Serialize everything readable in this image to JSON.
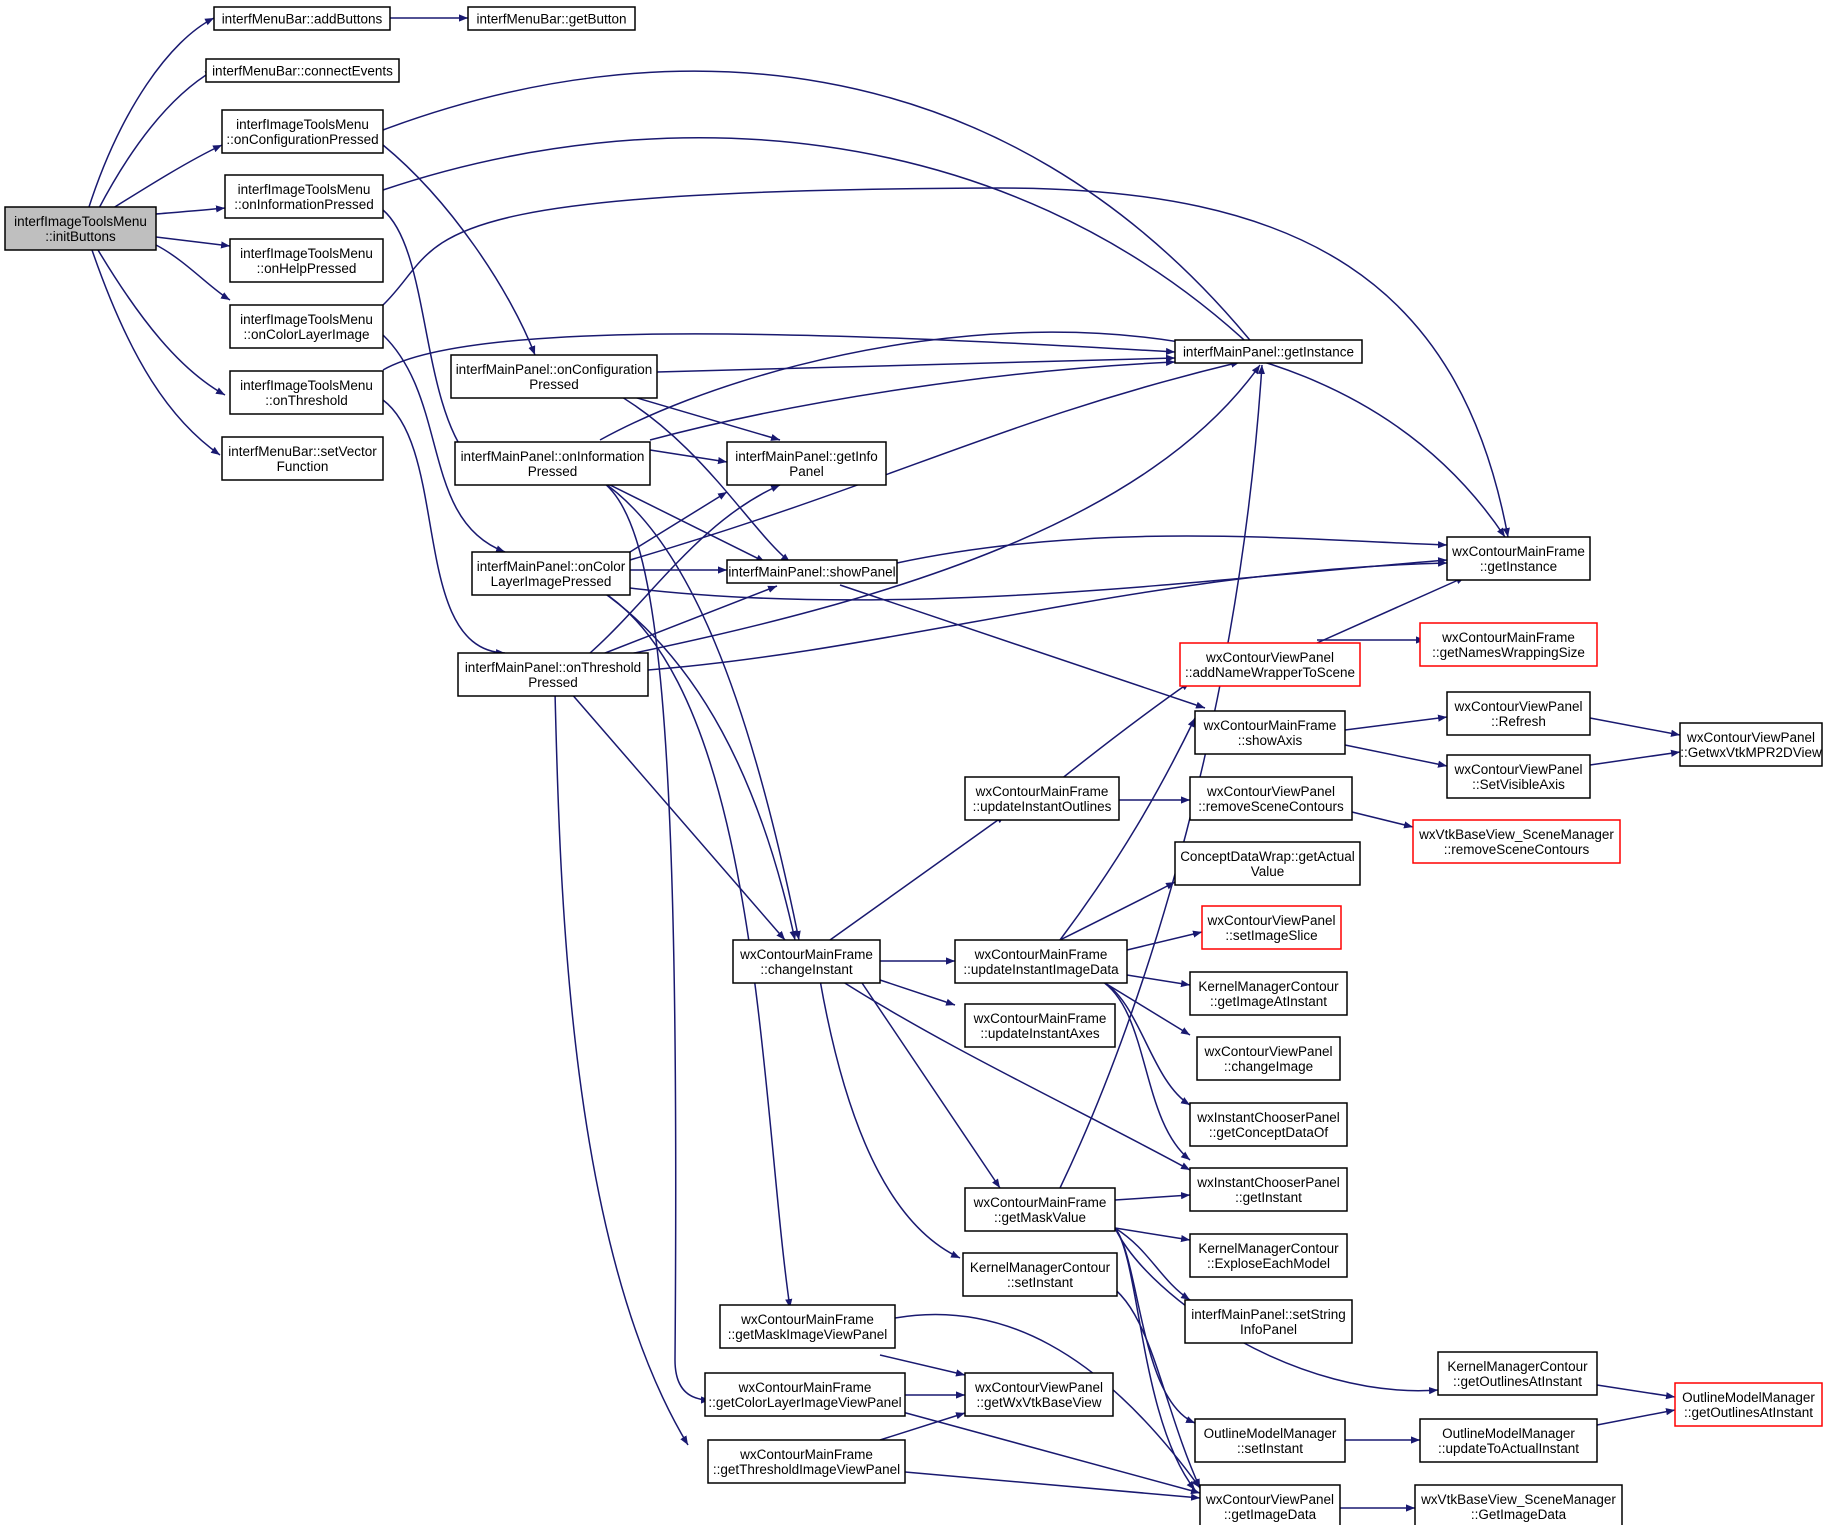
{
  "nodes": [
    {
      "id": "initButtons",
      "lines": [
        "interfImageToolsMenu",
        "::initButtons"
      ],
      "root": true
    },
    {
      "id": "mb_addButtons",
      "lines": [
        "interfMenuBar::addButtons"
      ]
    },
    {
      "id": "mb_getButton",
      "lines": [
        "interfMenuBar::getButton"
      ]
    },
    {
      "id": "mb_connectEvents",
      "lines": [
        "interfMenuBar::connectEvents"
      ]
    },
    {
      "id": "itm_onConfigurationPressed",
      "lines": [
        "interfImageToolsMenu",
        "::onConfigurationPressed"
      ]
    },
    {
      "id": "itm_onInformationPressed",
      "lines": [
        "interfImageToolsMenu",
        "::onInformationPressed"
      ]
    },
    {
      "id": "itm_onHelpPressed",
      "lines": [
        "interfImageToolsMenu",
        "::onHelpPressed"
      ]
    },
    {
      "id": "itm_onColorLayerImage",
      "lines": [
        "interfImageToolsMenu",
        "::onColorLayerImage"
      ]
    },
    {
      "id": "itm_onThreshold",
      "lines": [
        "interfImageToolsMenu",
        "::onThreshold"
      ]
    },
    {
      "id": "mb_setVectorFunction",
      "lines": [
        "interfMenuBar::setVector",
        "Function"
      ]
    },
    {
      "id": "mp_onConfigurationPressed",
      "lines": [
        "interfMainPanel::onConfiguration",
        "Pressed"
      ]
    },
    {
      "id": "mp_onInformationPressed",
      "lines": [
        "interfMainPanel::onInformation",
        "Pressed"
      ]
    },
    {
      "id": "mp_onColorLayerImagePressed",
      "lines": [
        "interfMainPanel::onColor",
        "LayerImagePressed"
      ]
    },
    {
      "id": "mp_onThresholdPressed",
      "lines": [
        "interfMainPanel::onThreshold",
        "Pressed"
      ]
    },
    {
      "id": "mp_getInstance",
      "lines": [
        "interfMainPanel::getInstance"
      ]
    },
    {
      "id": "mp_getInfoPanel",
      "lines": [
        "interfMainPanel::getInfo",
        "Panel"
      ]
    },
    {
      "id": "mp_showPanel",
      "lines": [
        "interfMainPanel::showPanel"
      ]
    },
    {
      "id": "cmf_getInstance",
      "lines": [
        "wxContourMainFrame",
        "::getInstance"
      ]
    },
    {
      "id": "cvp_addNameWrapperToScene",
      "lines": [
        "wxContourViewPanel",
        "::addNameWrapperToScene"
      ],
      "truncated": true
    },
    {
      "id": "cmf_getNamesWrappingSize",
      "lines": [
        "wxContourMainFrame",
        "::getNamesWrappingSize"
      ],
      "truncated": true
    },
    {
      "id": "cmf_showAxis",
      "lines": [
        "wxContourMainFrame",
        "::showAxis"
      ]
    },
    {
      "id": "cvp_Refresh",
      "lines": [
        "wxContourViewPanel",
        "::Refresh"
      ]
    },
    {
      "id": "cvp_SetVisibleAxis",
      "lines": [
        "wxContourViewPanel",
        "::SetVisibleAxis"
      ]
    },
    {
      "id": "cvp_GetwxVtkMPR2DView",
      "lines": [
        "wxContourViewPanel",
        "::GetwxVtkMPR2DView"
      ]
    },
    {
      "id": "cmf_updateInstantOutlines",
      "lines": [
        "wxContourMainFrame",
        "::updateInstantOutlines"
      ]
    },
    {
      "id": "cvp_removeSceneContours",
      "lines": [
        "wxContourViewPanel",
        "::removeSceneContours"
      ]
    },
    {
      "id": "vsm_removeSceneContours",
      "lines": [
        "wxVtkBaseView_SceneManager",
        "::removeSceneContours"
      ],
      "truncated": true
    },
    {
      "id": "cdw_getActualValue",
      "lines": [
        "ConceptDataWrap::getActual",
        "Value"
      ]
    },
    {
      "id": "cvp_setImageSlice",
      "lines": [
        "wxContourViewPanel",
        "::setImageSlice"
      ],
      "truncated": true
    },
    {
      "id": "cmf_changeInstant",
      "lines": [
        "wxContourMainFrame",
        "::changeInstant"
      ]
    },
    {
      "id": "cmf_updateInstantImageData",
      "lines": [
        "wxContourMainFrame",
        "::updateInstantImageData"
      ]
    },
    {
      "id": "kmc_getImageAtInstant",
      "lines": [
        "KernelManagerContour",
        "::getImageAtInstant"
      ]
    },
    {
      "id": "cmf_updateInstantAxes",
      "lines": [
        "wxContourMainFrame",
        "::updateInstantAxes"
      ]
    },
    {
      "id": "cvp_changeImage",
      "lines": [
        "wxContourViewPanel",
        "::changeImage"
      ]
    },
    {
      "id": "icp_getConceptDataOf",
      "lines": [
        "wxInstantChooserPanel",
        "::getConceptDataOf"
      ]
    },
    {
      "id": "icp_getInstant",
      "lines": [
        "wxInstantChooserPanel",
        "::getInstant"
      ]
    },
    {
      "id": "cmf_getMaskValue",
      "lines": [
        "wxContourMainFrame",
        "::getMaskValue"
      ]
    },
    {
      "id": "kmc_ExploseEachModel",
      "lines": [
        "KernelManagerContour",
        "::ExploseEachModel"
      ]
    },
    {
      "id": "kmc_setInstant",
      "lines": [
        "KernelManagerContour",
        "::setInstant"
      ]
    },
    {
      "id": "mp_setStringInfoPanel",
      "lines": [
        "interfMainPanel::setString",
        "InfoPanel"
      ]
    },
    {
      "id": "cmf_getMaskImageViewPanel",
      "lines": [
        "wxContourMainFrame",
        "::getMaskImageViewPanel"
      ]
    },
    {
      "id": "kmc_getOutlinesAtInstant",
      "lines": [
        "KernelManagerContour",
        "::getOutlinesAtInstant"
      ]
    },
    {
      "id": "omm_getOutlinesAtInstant",
      "lines": [
        "OutlineModelManager",
        "::getOutlinesAtInstant"
      ],
      "truncated": true
    },
    {
      "id": "cmf_getColorLayerImageViewPanel",
      "lines": [
        "wxContourMainFrame",
        "::getColorLayerImageViewPanel"
      ]
    },
    {
      "id": "cvp_getWxVtkBaseView",
      "lines": [
        "wxContourViewPanel",
        "::getWxVtkBaseView"
      ]
    },
    {
      "id": "omm_setInstant",
      "lines": [
        "OutlineModelManager",
        "::setInstant"
      ]
    },
    {
      "id": "omm_updateToActualInstant",
      "lines": [
        "OutlineModelManager",
        "::updateToActualInstant"
      ]
    },
    {
      "id": "cmf_getThresholdImageViewPanel",
      "lines": [
        "wxContourMainFrame",
        "::getThresholdImageViewPanel"
      ]
    },
    {
      "id": "cvp_getImageData",
      "lines": [
        "wxContourViewPanel",
        "::getImageData"
      ]
    },
    {
      "id": "vsm_GetImageData",
      "lines": [
        "wxVtkBaseView_SceneManager",
        "::GetImageData"
      ]
    }
  ]
}
